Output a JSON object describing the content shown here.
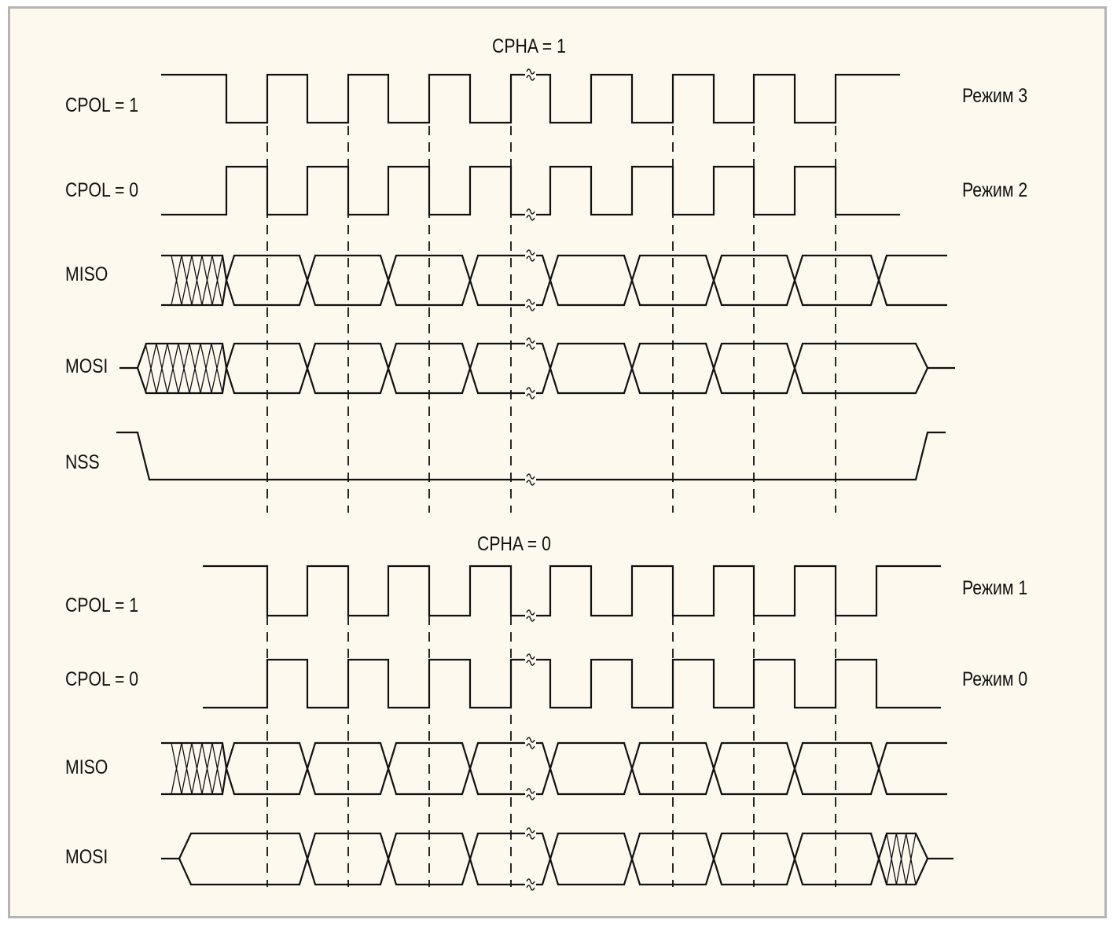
{
  "top": {
    "title": "CPHA = 1",
    "rows": [
      "CPOL = 1",
      "CPOL = 0",
      "MISO",
      "MOSI",
      "NSS"
    ],
    "modes": [
      "Режим 3",
      "Режим 2"
    ]
  },
  "bottom": {
    "title": "CPHA = 0",
    "rows": [
      "CPOL = 1",
      "CPOL = 0",
      "MISO",
      "MOSI"
    ],
    "modes": [
      "Режим 1",
      "Режим 0"
    ]
  },
  "colors": {
    "background": "#fdf9ee",
    "frame": "#b4b4b4",
    "line": "#111111"
  }
}
